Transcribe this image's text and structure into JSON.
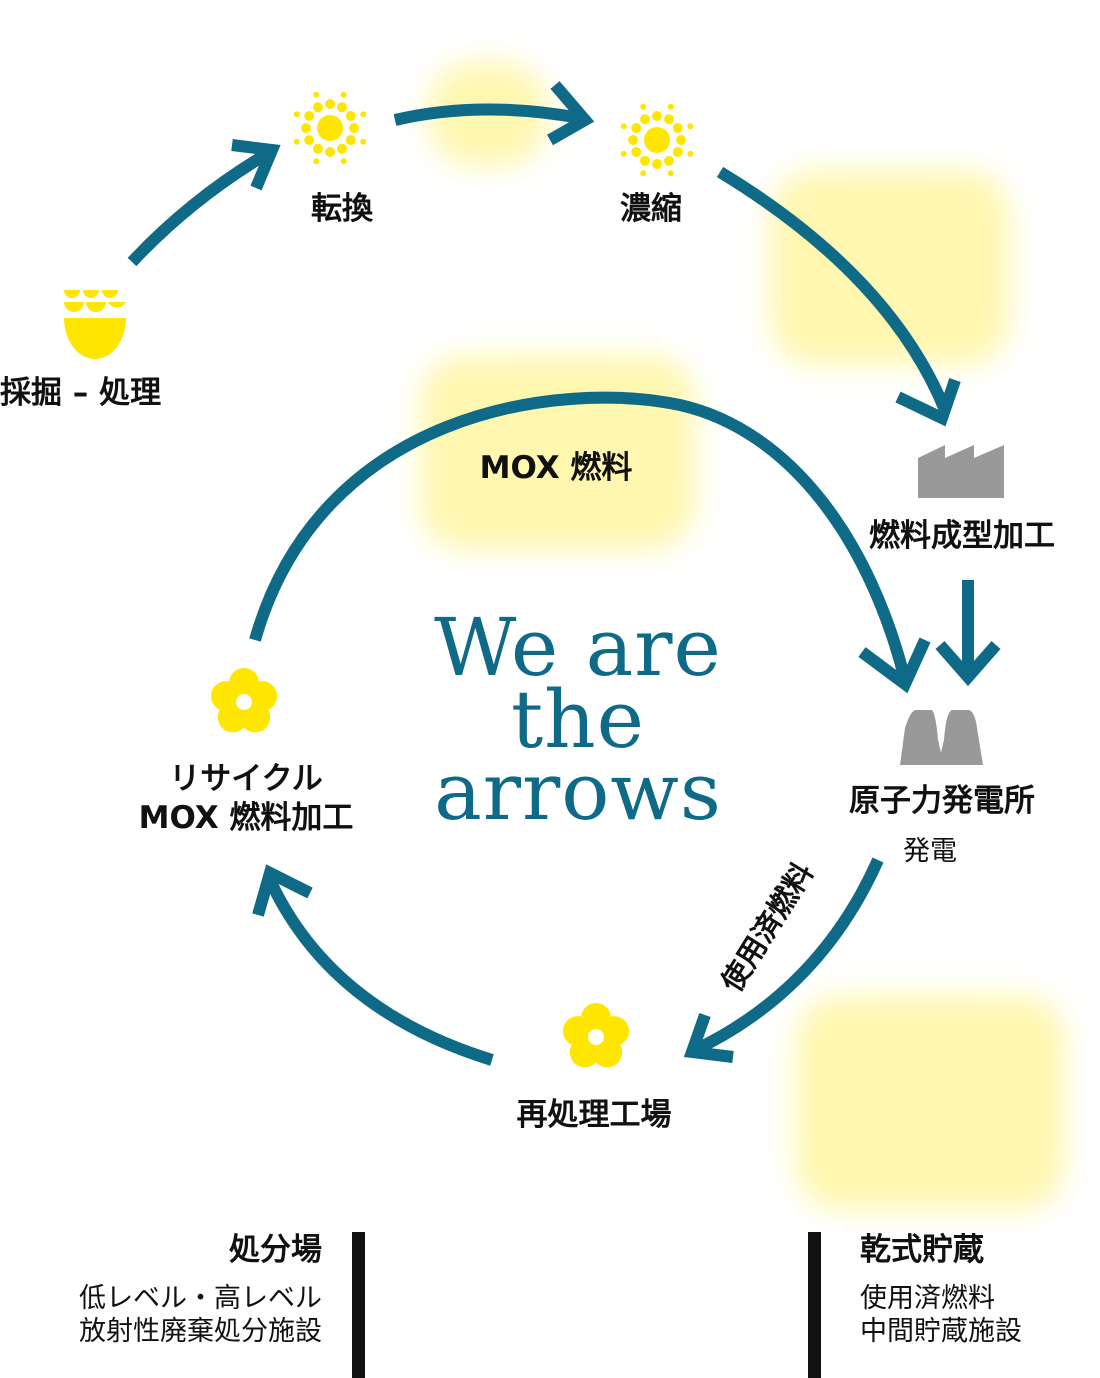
{
  "colors": {
    "arrow": "#0f6a87",
    "icon_yellow": "#ffe600",
    "glow_yellow": "#fff7b0",
    "factory_gray": "#999999",
    "text": "#111111"
  },
  "center_text": {
    "line1": "We are",
    "line2": "the",
    "line3": "arrows"
  },
  "steps": {
    "mining": "採掘 – 処理",
    "conversion": "転換",
    "enrichment": "濃縮",
    "fabrication": "燃料成型加工",
    "power_plant": "原子力発電所",
    "power_plant_sub": "発電",
    "reprocessing": "再処理工場",
    "recycle_line1": "リサイクル",
    "recycle_line2": "MOX 燃料加工"
  },
  "arrow_labels": {
    "mox_fuel": "MOX 燃料",
    "spent_fuel": "使用済燃料"
  },
  "disposal": {
    "title": "処分場",
    "line1": "低レベル・高レベル",
    "line2": "放射性廃棄処分施設"
  },
  "dry_storage": {
    "title": "乾式貯蔵",
    "line1": "使用済燃料",
    "line2": "中間貯蔵施設"
  },
  "icons": {
    "mining": "mining-dome-icon",
    "conversion": "sun-burst-icon",
    "enrichment": "sun-burst-icon",
    "fabrication": "factory-icon",
    "power_plant": "cooling-tower-icon",
    "reprocessing": "flower-icon",
    "recycle": "flower-icon"
  }
}
